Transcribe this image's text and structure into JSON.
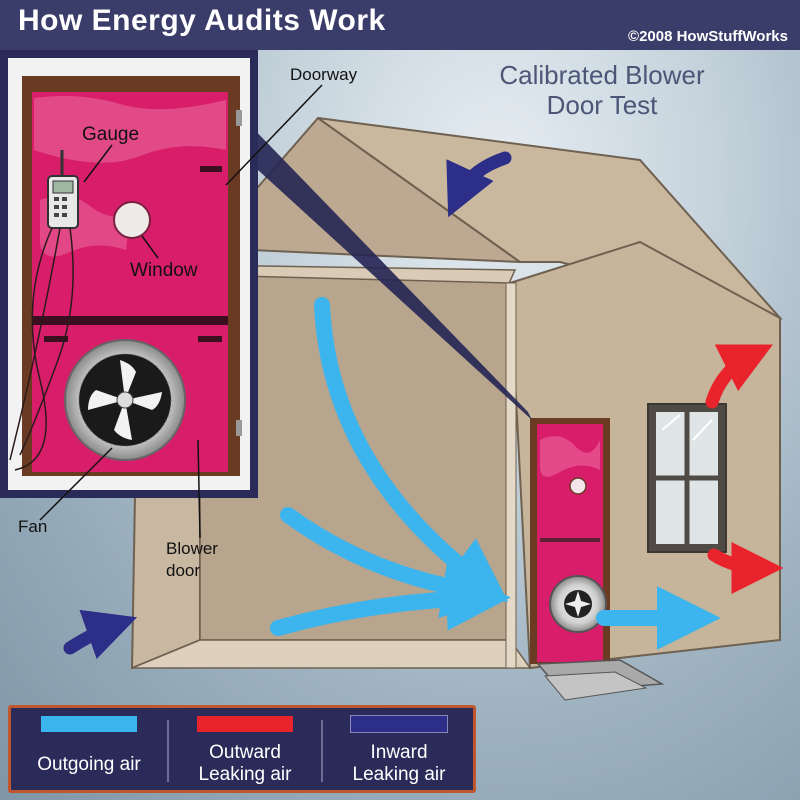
{
  "header": {
    "title": "How Energy Audits Work",
    "copyright": "©2008 HowStuffWorks"
  },
  "subtitle_lines": [
    "Calibrated Blower",
    "Door Test"
  ],
  "callouts": {
    "doorway": "Doorway",
    "gauge": "Gauge",
    "window": "Window",
    "fan": "Fan",
    "blower_door_line1": "Blower",
    "blower_door_line2": "door"
  },
  "legend": [
    {
      "label_line1": "",
      "label_line2": "Outgoing air",
      "color": "#3cb4ee"
    },
    {
      "label_line1": "Outward",
      "label_line2": "Leaking air",
      "color": "#e8232b"
    },
    {
      "label_line1": "Inward",
      "label_line2": "Leaking air",
      "color": "#2c2e88"
    }
  ],
  "colors": {
    "header_bg": "#3a3c6a",
    "outgoing_air": "#3cb4ee",
    "outward_leak": "#e8232b",
    "inward_leak": "#2c2e88",
    "blower_door": "#d81e6a",
    "house_wall": "#c8b8a2",
    "legend_border": "#c0562d"
  }
}
